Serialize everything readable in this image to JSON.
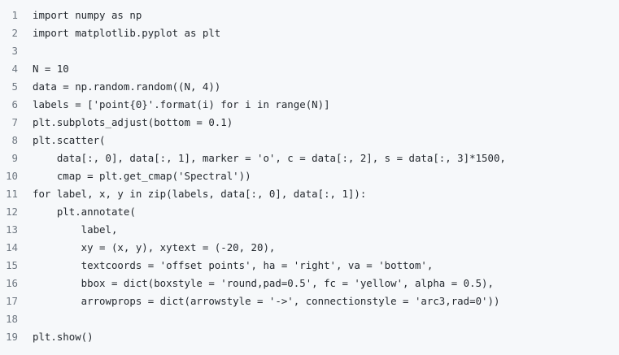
{
  "code": {
    "lines": [
      {
        "number": "1",
        "text": "import numpy as np"
      },
      {
        "number": "2",
        "text": "import matplotlib.pyplot as plt"
      },
      {
        "number": "3",
        "text": ""
      },
      {
        "number": "4",
        "text": "N = 10"
      },
      {
        "number": "5",
        "text": "data = np.random.random((N, 4))"
      },
      {
        "number": "6",
        "text": "labels = ['point{0}'.format(i) for i in range(N)]"
      },
      {
        "number": "7",
        "text": "plt.subplots_adjust(bottom = 0.1)"
      },
      {
        "number": "8",
        "text": "plt.scatter("
      },
      {
        "number": "9",
        "text": "    data[:, 0], data[:, 1], marker = 'o', c = data[:, 2], s = data[:, 3]*1500,"
      },
      {
        "number": "10",
        "text": "    cmap = plt.get_cmap('Spectral'))"
      },
      {
        "number": "11",
        "text": "for label, x, y in zip(labels, data[:, 0], data[:, 1]):"
      },
      {
        "number": "12",
        "text": "    plt.annotate("
      },
      {
        "number": "13",
        "text": "        label,"
      },
      {
        "number": "14",
        "text": "        xy = (x, y), xytext = (-20, 20),"
      },
      {
        "number": "15",
        "text": "        textcoords = 'offset points', ha = 'right', va = 'bottom',"
      },
      {
        "number": "16",
        "text": "        bbox = dict(boxstyle = 'round,pad=0.5', fc = 'yellow', alpha = 0.5),"
      },
      {
        "number": "17",
        "text": "        arrowprops = dict(arrowstyle = '->', connectionstyle = 'arc3,rad=0'))"
      },
      {
        "number": "18",
        "text": ""
      },
      {
        "number": "19",
        "text": "plt.show()"
      }
    ]
  }
}
